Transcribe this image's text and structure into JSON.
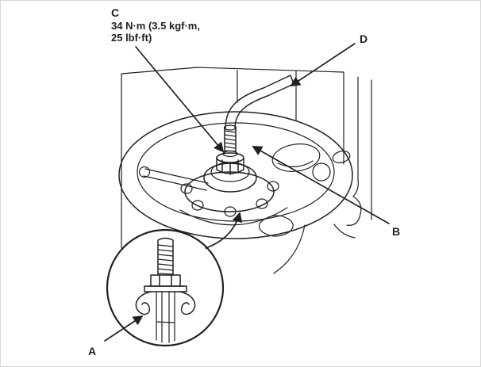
{
  "figure": {
    "type": "service-manual-illustration",
    "subject": "fuel tank unit fitting with detail inset",
    "colors": {
      "ink": "#231f20",
      "background": "#ffffff"
    },
    "callouts": {
      "a": {
        "label": "A"
      },
      "b": {
        "label": "B"
      },
      "c": {
        "label": "C"
      },
      "d": {
        "label": "D"
      }
    },
    "torque_spec": {
      "line1": "34 N·m (3.5 kgf·m,",
      "line2": "25 lbf·ft)"
    }
  }
}
